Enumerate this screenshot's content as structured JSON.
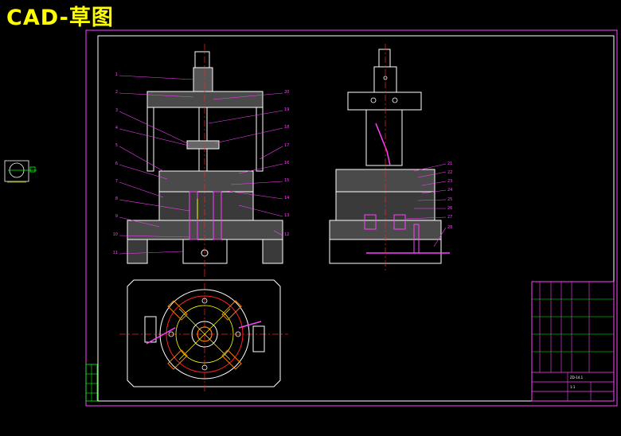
{
  "title": "CAD-草图",
  "colors": {
    "frame": "#ff40ff",
    "outline": "#ffffff",
    "hatch": "#c0c0c0",
    "centerline": "#ff2020",
    "leader": "#ff40ff",
    "accent_green": "#00ff00",
    "accent_yellow": "#ffff00",
    "accent_orange": "#ff8000",
    "title_text": "#ffff00"
  },
  "front_view": {
    "left_labels": [
      "1",
      "2",
      "3",
      "4",
      "5",
      "6",
      "7",
      "8",
      "9",
      "10",
      "11"
    ],
    "right_labels": [
      "20",
      "19",
      "18",
      "17",
      "16",
      "15",
      "14",
      "13",
      "12"
    ]
  },
  "side_view": {
    "right_labels": [
      "21",
      "22",
      "23",
      "24",
      "25",
      "26",
      "27",
      "28"
    ]
  },
  "title_block": {
    "drawing_no": "ZD-14.1",
    "scale": "1:1"
  }
}
